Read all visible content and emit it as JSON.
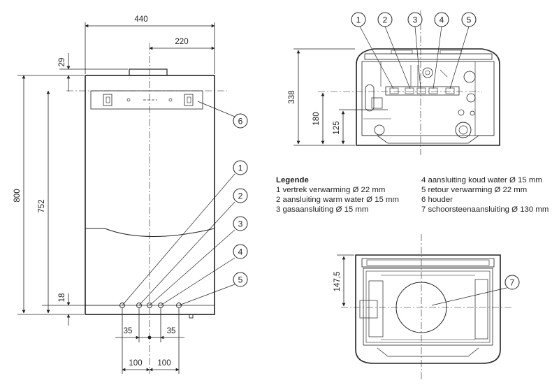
{
  "dimensions": {
    "width_total": "440",
    "width_half": "220",
    "top_offset": "29",
    "height_total": "800",
    "height_holder": "752",
    "bottom_offset": "18",
    "spacing_35_left": "35",
    "spacing_35_right": "35",
    "spacing_100_left": "100",
    "spacing_100_right": "100",
    "depth_338": "338",
    "depth_180": "180",
    "depth_125": "125",
    "flue_147": "147,5"
  },
  "callouts": {
    "front_1": "1",
    "front_2": "2",
    "front_3": "3",
    "front_4": "4",
    "front_5": "5",
    "front_6": "6",
    "bottom_1": "1",
    "bottom_2": "2",
    "bottom_3": "3",
    "bottom_4": "4",
    "bottom_5": "5",
    "top_7": "7"
  },
  "legend": {
    "title": "Legende",
    "items_left": [
      "1 vertrek verwarming Ø 22 mm",
      "2 aansluiting warm water Ø 15 mm",
      "3 gasaansluiting Ø 15 mm"
    ],
    "items_right": [
      "4 aansluiting koud water Ø 15 mm",
      "5 retour verwarming Ø 22 mm",
      "6 houder",
      "7 schoorsteenaansluiting Ø 130 mm"
    ]
  },
  "colors": {
    "line": "#222222",
    "background": "#ffffff"
  }
}
